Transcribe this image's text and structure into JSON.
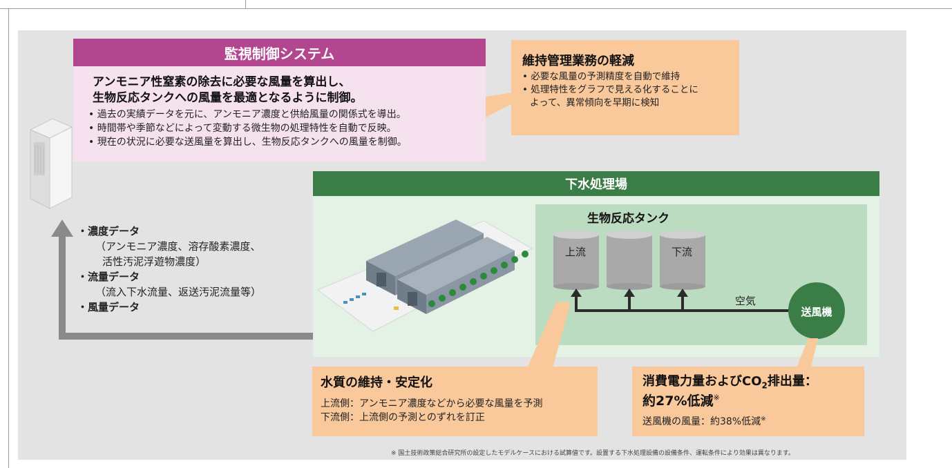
{
  "monitoring": {
    "title": "監視制御システム",
    "lead_1": "アンモニア性窒素の除去に必要な風量を算出し、",
    "lead_2": "生物反応タンクへの風量を最適となるように制御。",
    "bullets": [
      "• 過去の実績データを元に、アンモニア濃度と供給風量の関係式を導出。",
      "• 時間帯や季節などによって変動する微生物の処理特性を自動で反映。",
      "• 現在の状況に必要な送風量を算出し、生物反応タンクへの風量を制御。"
    ]
  },
  "maintenance": {
    "title": "維持管理業務の軽減",
    "bullets": [
      "• 必要な風量の予測精度を自動で維持",
      "• 処理特性をグラフで見える化することに",
      "  よって、異常傾向を早期に検知"
    ]
  },
  "plant": {
    "title": "下水処理場",
    "tank_title": "生物反応タンク",
    "tank_upstream": "上流",
    "tank_downstream": "下流",
    "air": "空気",
    "blower": "送風機"
  },
  "data_list": {
    "item_1": "・濃度データ",
    "item_1_sub_1": "（アンモニア濃度、溶存酸素濃度、",
    "item_1_sub_2": "活性汚泥浮遊物濃度）",
    "item_2": "・流量データ",
    "item_2_sub_1": "（流入下水流量、返送汚泥流量等）",
    "item_3": "・風量データ"
  },
  "quality": {
    "title": "水質の維持・安定化",
    "line_1": "上流側：アンモニア濃度などから必要な風量を予測",
    "line_2": "下流側：上流側の予測とのずれを訂正"
  },
  "energy": {
    "title_prefix": "消費電力量およびCO",
    "title_sub": "2",
    "title_suffix": "排出量：",
    "line_2": "約27%低減",
    "mark": "※",
    "sub": "送風機の風量：約38%低減"
  },
  "footnote": "※ 国土技術政策総合研究所の設定したモデルケースにおける試算値です。設置する下水処理設備の設備条件、運転条件により効果は異なります。",
  "colors": {
    "magenta": "#b2468f",
    "green": "#3a7d46",
    "orange": "#f9c89b",
    "gray_arrow": "#8a8a8a"
  }
}
